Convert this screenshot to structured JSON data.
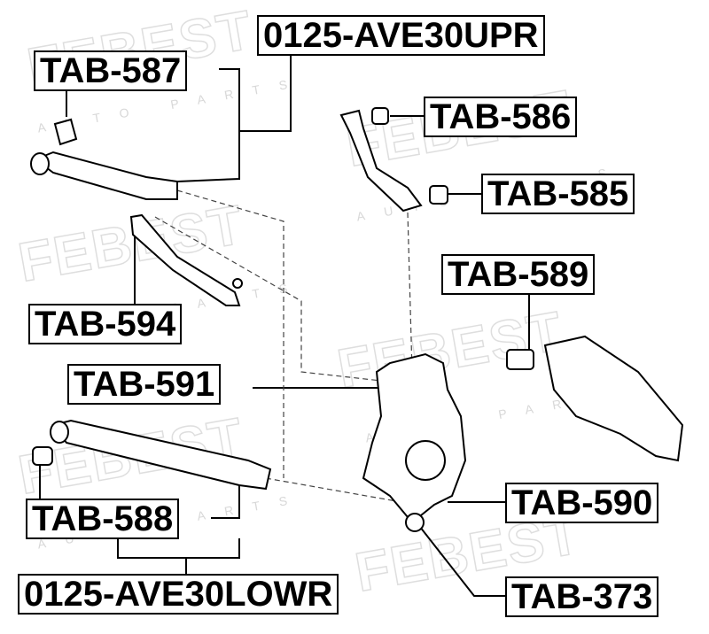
{
  "watermark": {
    "brand": "FEBEST",
    "sub": "AUTO PARTS"
  },
  "labels": {
    "upper_kit": "0125-AVE30UPR",
    "tab587": "TAB-587",
    "tab586": "TAB-586",
    "tab585": "TAB-585",
    "tab589": "TAB-589",
    "tab594": "TAB-594",
    "tab591": "TAB-591",
    "tab590": "TAB-590",
    "tab588": "TAB-588",
    "lower_kit": "0125-AVE30LOWR",
    "tab373": "TAB-373"
  }
}
